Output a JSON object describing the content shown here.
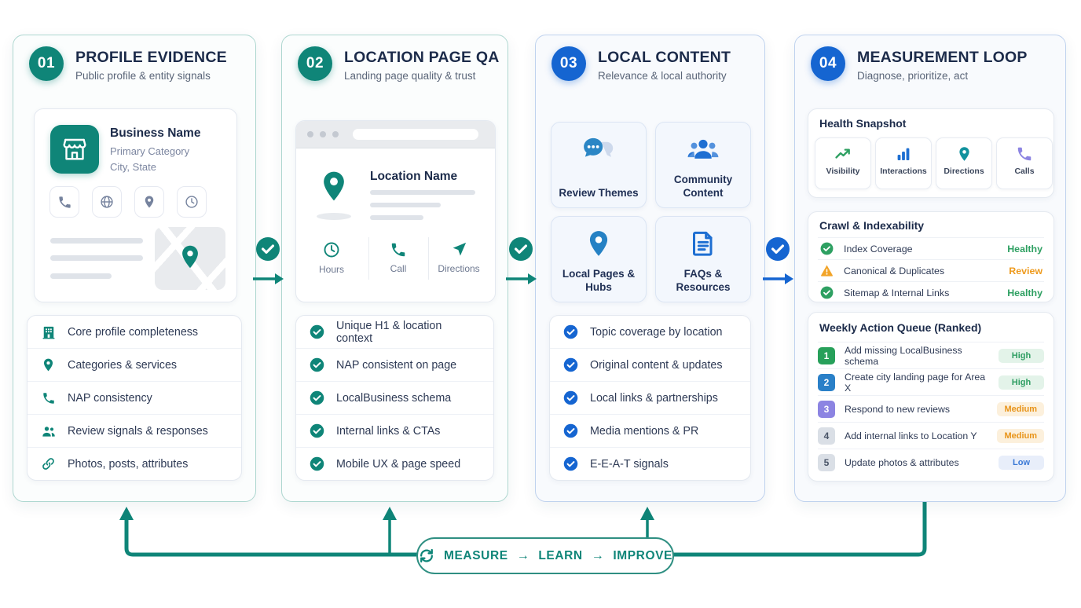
{
  "palette": {
    "teal": "#0F8578",
    "blue": "#1565D1",
    "navy": "#1C2B4A",
    "green": "#2EA062",
    "orange": "#F2A024",
    "purple": "#8C84E2"
  },
  "cards": [
    {
      "number": "01",
      "title": "PROFILE EVIDENCE",
      "subtitle": "Public profile & entity signals",
      "profile_mock": {
        "business_name": "Business Name",
        "category": "Primary Category",
        "city_state": "City, State",
        "chip_icons": [
          "phone-icon",
          "globe-icon",
          "map-pin-icon",
          "clock-icon"
        ],
        "map_icon": "map-pin-icon"
      },
      "checklist": [
        {
          "icon": "building-icon",
          "label": "Core profile completeness"
        },
        {
          "icon": "map-pin-icon",
          "label": "Categories & services"
        },
        {
          "icon": "phone-icon",
          "label": "NAP consistency"
        },
        {
          "icon": "people-icon",
          "label": "Review signals & responses"
        },
        {
          "icon": "link-icon",
          "label": "Photos, posts, attributes"
        }
      ]
    },
    {
      "number": "02",
      "title": "LOCATION PAGE QA",
      "subtitle": "Landing page quality & trust",
      "page_mock": {
        "location_name": "Location Name",
        "pin_icon": "map-pin-icon",
        "actions": [
          {
            "icon": "clock-icon",
            "label": "Hours"
          },
          {
            "icon": "phone-icon",
            "label": "Call"
          },
          {
            "icon": "navigation-icon",
            "label": "Directions"
          }
        ]
      },
      "checklist": [
        "Unique H1 & location context",
        "NAP consistent on page",
        "LocalBusiness schema",
        "Internal links & CTAs",
        "Mobile UX & page speed"
      ]
    },
    {
      "number": "03",
      "title": "LOCAL CONTENT",
      "subtitle": "Relevance & local authority",
      "tiles": [
        {
          "icon": "chat-icon",
          "label": "Review Themes"
        },
        {
          "icon": "community-icon",
          "label": "Community Content"
        },
        {
          "icon": "map-pin-icon",
          "label": "Local Pages & Hubs"
        },
        {
          "icon": "document-icon",
          "label": "FAQs & Resources"
        }
      ],
      "checklist": [
        "Topic coverage by location",
        "Original content & updates",
        "Local links & partnerships",
        "Media mentions & PR",
        "E-E-A-T signals"
      ]
    },
    {
      "number": "04",
      "title": "MEASUREMENT LOOP",
      "subtitle": "Diagnose, prioritize, act",
      "health_snapshot": {
        "title": "Health Snapshot",
        "tiles": [
          {
            "icon": "trend-up-icon",
            "label": "Visibility"
          },
          {
            "icon": "bar-chart-icon",
            "label": "Interactions"
          },
          {
            "icon": "map-pin-icon",
            "label": "Directions"
          },
          {
            "icon": "phone-icon",
            "label": "Calls"
          }
        ]
      },
      "crawl": {
        "title": "Crawl & Indexability",
        "rows": [
          {
            "icon": "check-circle-icon",
            "label": "Index Coverage",
            "status": "Healthy"
          },
          {
            "icon": "warning-icon",
            "label": "Canonical & Duplicates",
            "status": "Review"
          },
          {
            "icon": "check-circle-icon",
            "label": "Sitemap & Internal Links",
            "status": "Healthy"
          }
        ]
      },
      "queue": {
        "title": "Weekly Action Queue (Ranked)",
        "rows": [
          {
            "rank": "1",
            "label": "Add missing LocalBusiness schema",
            "priority": "High"
          },
          {
            "rank": "2",
            "label": "Create city landing page for Area X",
            "priority": "High"
          },
          {
            "rank": "3",
            "label": "Respond to new reviews",
            "priority": "Medium"
          },
          {
            "rank": "4",
            "label": "Add internal links to Location Y",
            "priority": "Medium"
          },
          {
            "rank": "5",
            "label": "Update photos & attributes",
            "priority": "Low"
          }
        ]
      }
    }
  ],
  "connectors": [
    {
      "icon": "check-circle-icon",
      "arrow": "arrow-right-icon",
      "color": "#0F8578"
    },
    {
      "icon": "check-circle-icon",
      "arrow": "arrow-right-icon",
      "color": "#0F8578"
    },
    {
      "icon": "check-circle-icon",
      "arrow": "arrow-right-icon",
      "color": "#1565D1"
    }
  ],
  "loop_pill": {
    "icon": "refresh-icon",
    "words": [
      "MEASURE",
      "LEARN",
      "IMPROVE"
    ],
    "arrow": "→"
  }
}
